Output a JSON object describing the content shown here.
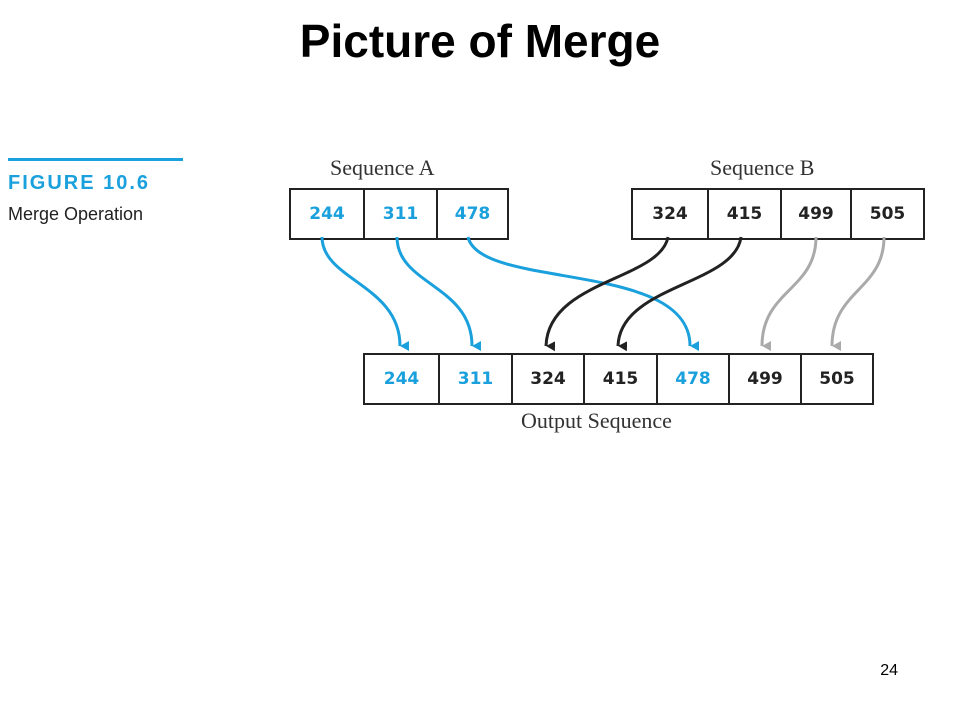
{
  "title": "Picture of Merge",
  "figure": {
    "label": "FIGURE 10.6",
    "caption": "Merge Operation"
  },
  "sequence_a": {
    "label": "Sequence A",
    "values": [
      "244",
      "311",
      "478"
    ]
  },
  "sequence_b": {
    "label": "Sequence B",
    "values": [
      "324",
      "415",
      "499",
      "505"
    ]
  },
  "output": {
    "label": "Output Sequence",
    "values": [
      "244",
      "311",
      "324",
      "415",
      "478",
      "499",
      "505"
    ]
  },
  "colors": {
    "blue": "#1aa0dc",
    "black": "#222222",
    "gray": "#aaaaaa"
  },
  "page_number": "24"
}
